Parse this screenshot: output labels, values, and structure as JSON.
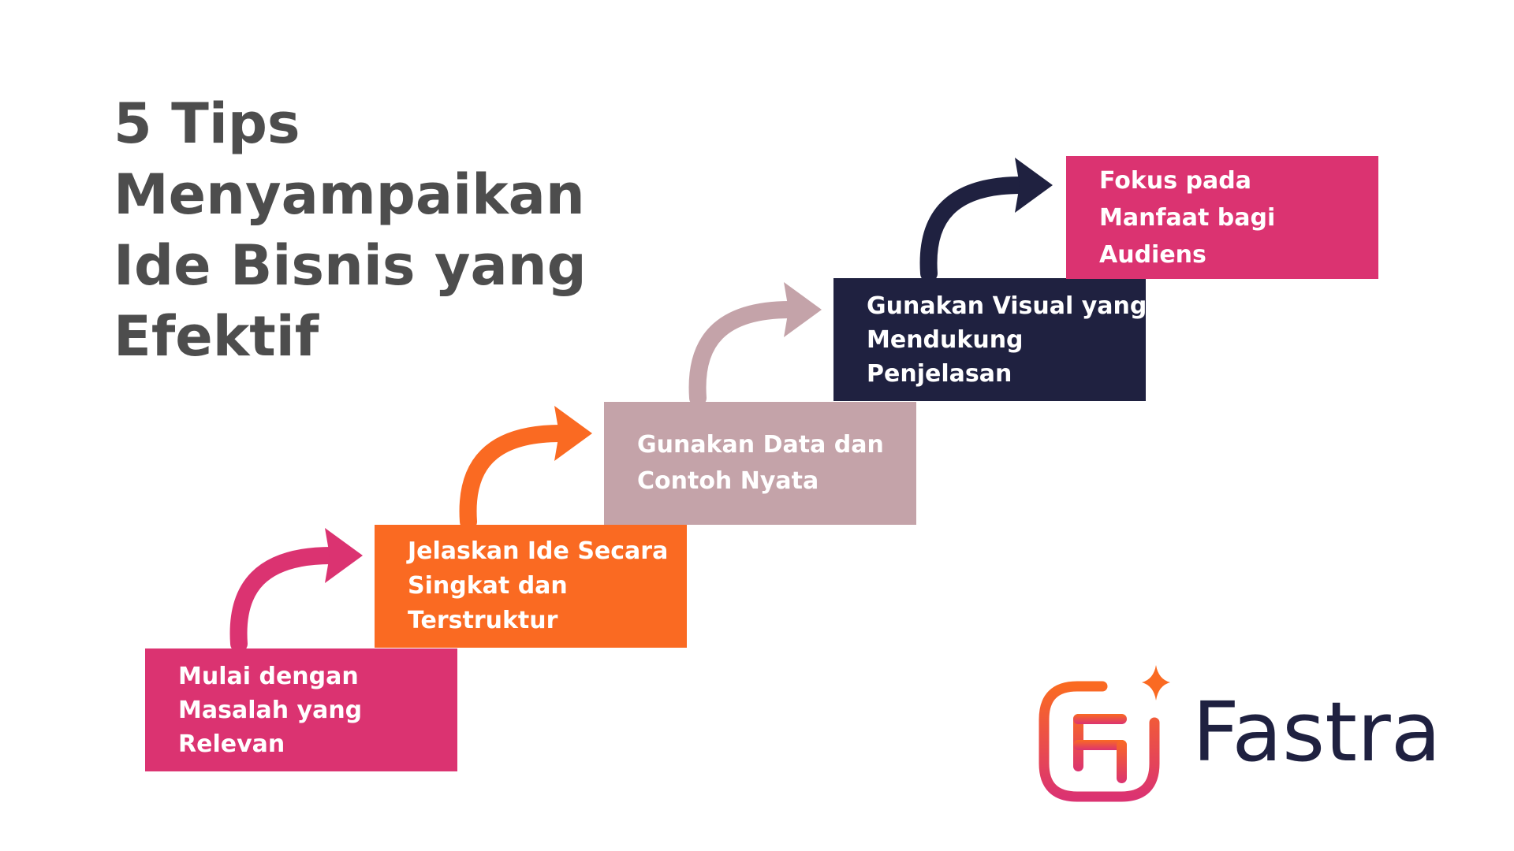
{
  "title_lines": [
    "5 Tips",
    "Menyampaikan",
    "Ide Bisnis yang",
    "Efektif"
  ],
  "steps": [
    {
      "lines": [
        "Mulai dengan",
        "Masalah yang",
        "Relevan"
      ],
      "color": "#db3371"
    },
    {
      "lines": [
        "Jelaskan Ide Secara",
        "Singkat dan",
        "Terstruktur"
      ],
      "color": "#fa6a22"
    },
    {
      "lines": [
        "Gunakan Data dan",
        "Contoh Nyata"
      ],
      "color": "#c4a3a9"
    },
    {
      "lines": [
        "Gunakan Visual yang",
        "Mendukung",
        "Penjelasan"
      ],
      "color": "#1f2140"
    },
    {
      "lines": [
        "Fokus pada",
        "Manfaat bagi",
        "Audiens"
      ],
      "color": "#db3371"
    }
  ],
  "arrow_icon": "curved-arrow-right-icon",
  "logo": {
    "text": "Fastra",
    "icon": "fastra-logo-icon",
    "text_color": "#1f2140",
    "gradient": [
      "#fa6a22",
      "#db3371"
    ]
  }
}
